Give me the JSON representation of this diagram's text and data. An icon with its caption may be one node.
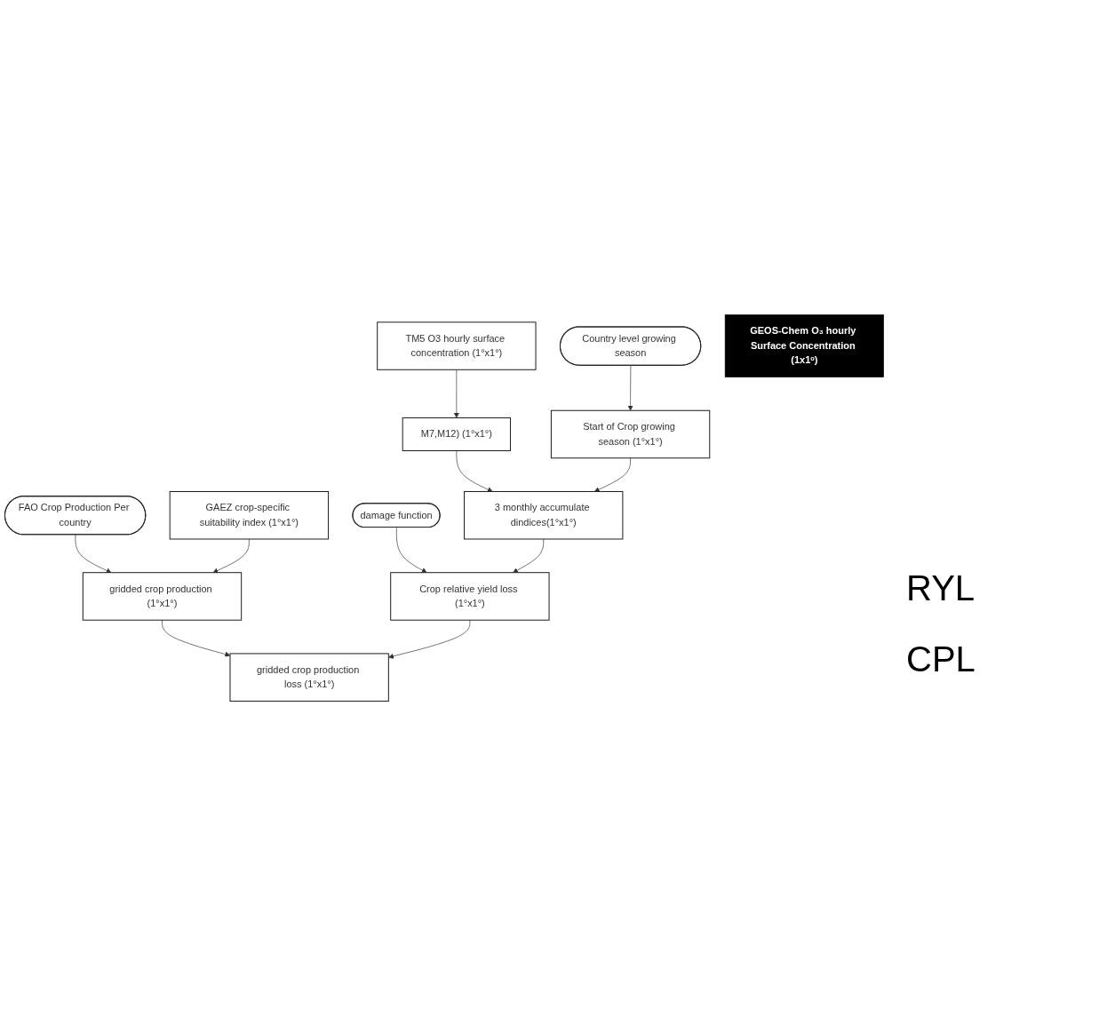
{
  "diagram": {
    "nodes": [
      {
        "text": [
          "TM5 O3 hourly surface concentration (1°x1°)"
        ]
      },
      {
        "text": [
          "Country level growing season"
        ]
      },
      {
        "text": [
          "GEOS-Chem O₃ hourly Surface Concentration (1x1ᵒ)"
        ]
      },
      {
        "text": [
          "M7,M12) (1°x1°)"
        ]
      },
      {
        "text": [
          "Start of Crop growing season (1°x1°)"
        ]
      },
      {
        "text": [
          "FAO Crop Production Per country"
        ]
      },
      {
        "text": [
          "GAEZ crop-specific suitability index (1°x1°)"
        ]
      },
      {
        "text": [
          "damage function"
        ]
      },
      {
        "text": [
          "3 monthly accumulate dindices(1°x1°)"
        ]
      },
      {
        "text": [
          "gridded crop production (1°x1°)"
        ]
      },
      {
        "text": [
          "Crop relative yield loss (1°x1°)"
        ]
      },
      {
        "text": [
          "gridded crop production loss (1°x1°)"
        ]
      }
    ],
    "edges": [
      {
        "from": 0,
        "to": 3,
        "arrow": "to"
      },
      {
        "from": 1,
        "to": 4,
        "arrow": "to"
      },
      {
        "from": 3,
        "to": 8,
        "arrow": "to"
      },
      {
        "from": 4,
        "to": 8,
        "arrow": "to"
      },
      {
        "from": 5,
        "to": 9,
        "arrow": "to"
      },
      {
        "from": 6,
        "to": 9,
        "arrow": "to"
      },
      {
        "from": 7,
        "to": 10,
        "arrow": "to"
      },
      {
        "from": 8,
        "to": 10,
        "arrow": "to"
      },
      {
        "from": 9,
        "to": 11,
        "arrow": "to"
      },
      {
        "from": 10,
        "to": 11,
        "arrow": "to"
      }
    ],
    "labels": [
      "RYL",
      "CPL"
    ]
  }
}
